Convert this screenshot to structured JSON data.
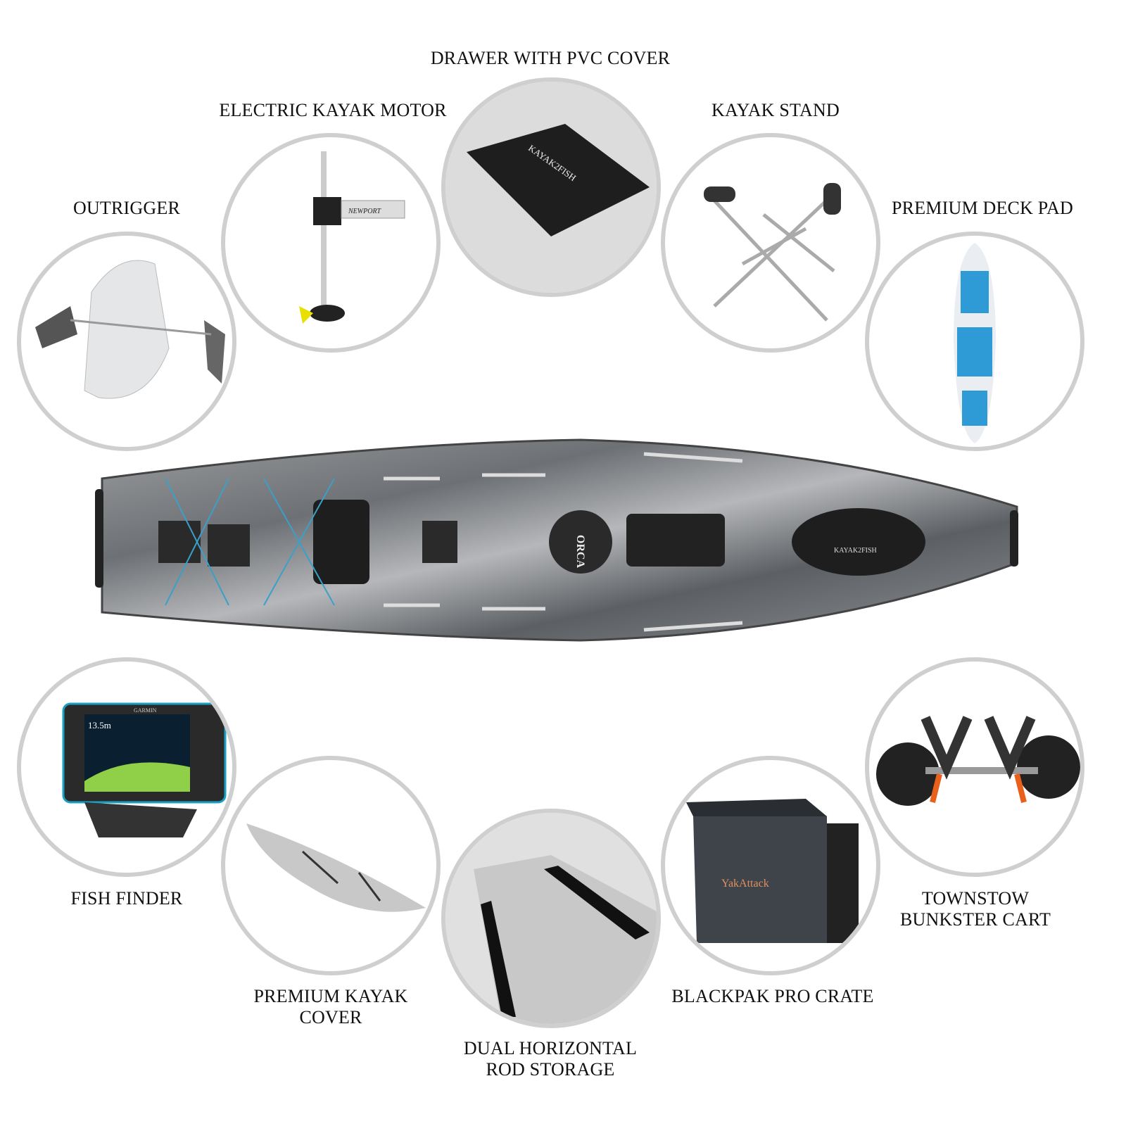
{
  "accessories": [
    {
      "id": "outrigger",
      "label": "OUTRIGGER"
    },
    {
      "id": "motor",
      "label": "ELECTRIC KAYAK MOTOR",
      "brand_text": "NEWPORT"
    },
    {
      "id": "drawer",
      "label": "DRAWER WITH PVC COVER",
      "brand_text": "KAYAK2FISH"
    },
    {
      "id": "stand",
      "label": "KAYAK STAND"
    },
    {
      "id": "deckpad",
      "label": "PREMIUM DECK PAD"
    },
    {
      "id": "fishfinder",
      "label": "FISH FINDER",
      "brand_text": "GARMIN",
      "screen_reading": "13.5m"
    },
    {
      "id": "cover",
      "label_line1": "PREMIUM KAYAK",
      "label_line2": "COVER"
    },
    {
      "id": "rod",
      "label_line1": "DUAL HORIZONTAL",
      "label_line2": "ROD STORAGE"
    },
    {
      "id": "crate",
      "label": "BLACKPAK PRO CRATE",
      "brand_text": "YakAttack"
    },
    {
      "id": "cart",
      "label_line1": "TOWNSTOW",
      "label_line2": "BUNKSTER CART"
    }
  ],
  "kayak": {
    "brand_text": "KAYAK2FISH",
    "seat_text": "ORCA"
  },
  "colors": {
    "ring": "#cfcfcf",
    "hull": "#8a8d90",
    "deck_blue": "#2f9bd6",
    "cart_orange": "#e8601c"
  }
}
